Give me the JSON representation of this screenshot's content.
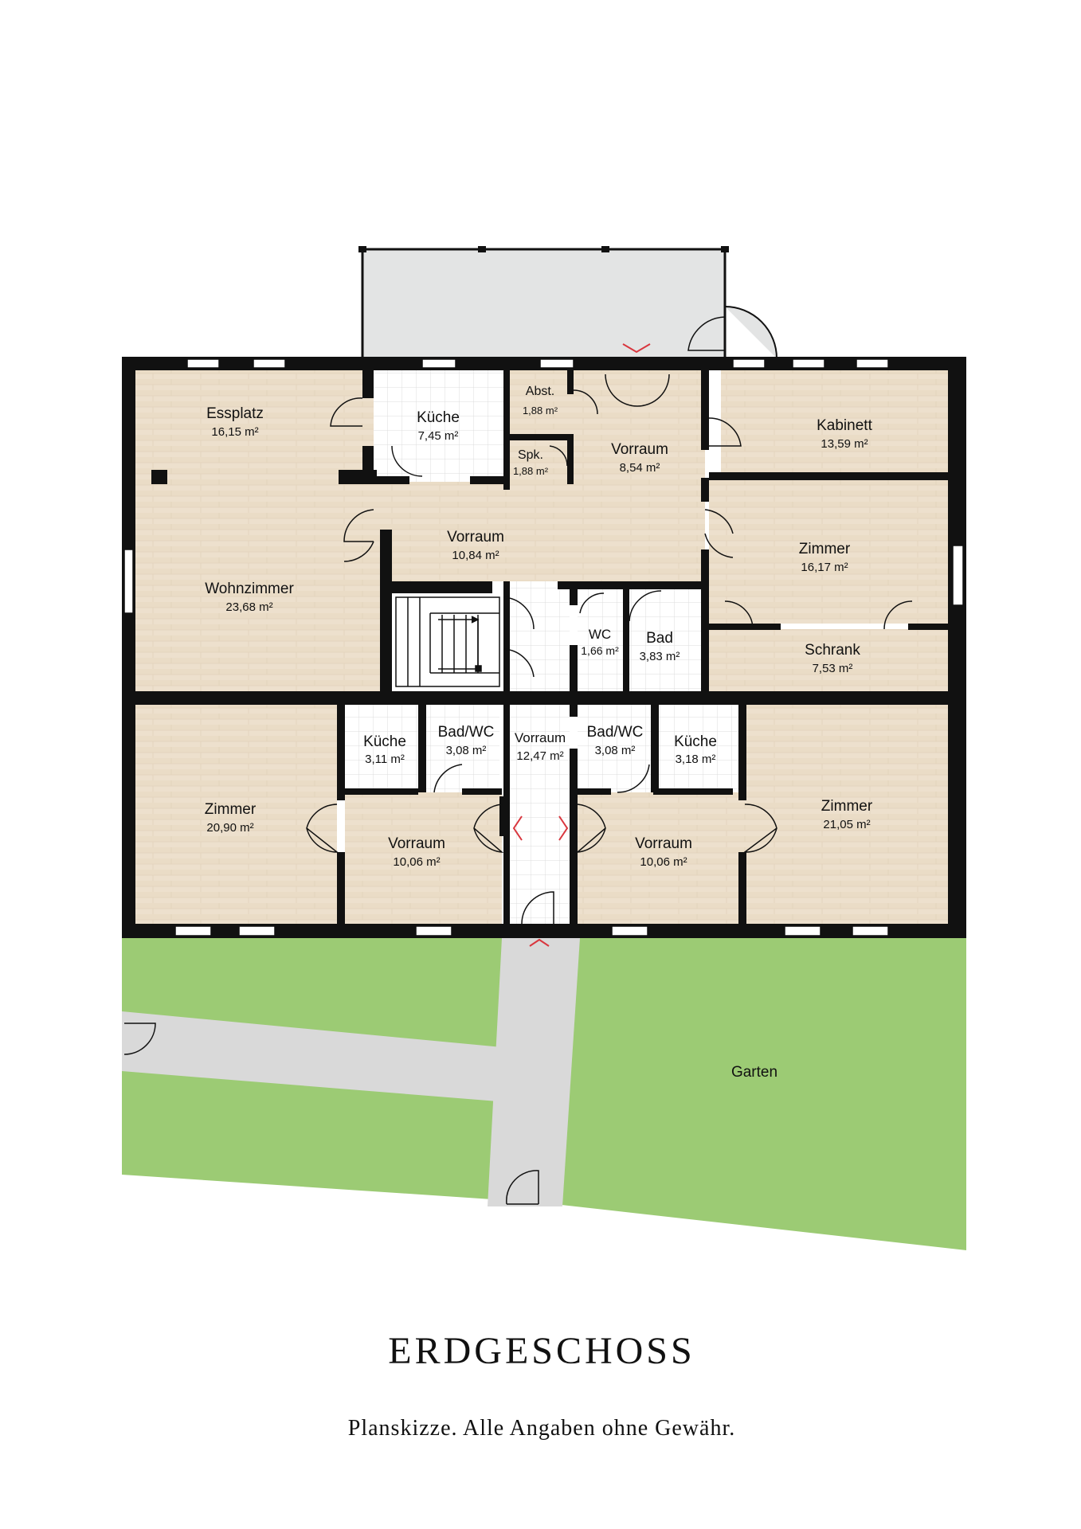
{
  "floor": {
    "title": "ERDGESCHOSS",
    "caption": "Planskizze. Alle Angaben ohne Gewähr."
  },
  "colors": {
    "wall": "#111111",
    "wood_floor": "#ede0cd",
    "tile_floor": "#ffffff",
    "tile_grid": "#e0e0e0",
    "garden": "#9ccb74",
    "path": "#d9d9d9",
    "terrace": "#e3e4e4",
    "door_arrow": "#d9363e"
  },
  "rooms": [
    {
      "name": "Essplatz",
      "area": "16,15 m²",
      "floor": "wood"
    },
    {
      "name": "Küche",
      "area": "7,45 m²",
      "floor": "tile"
    },
    {
      "name": "Abst.",
      "area": "1,88 m²",
      "floor": "wood"
    },
    {
      "name": "Spk.",
      "area": "1,88 m²",
      "floor": "wood"
    },
    {
      "name": "Vorraum",
      "area": "8,54 m²",
      "floor": "wood"
    },
    {
      "name": "Kabinett",
      "area": "13,59 m²",
      "floor": "wood"
    },
    {
      "name": "Vorraum",
      "area": "10,84 m²",
      "floor": "wood"
    },
    {
      "name": "Wohnzimmer",
      "area": "23,68 m²",
      "floor": "wood"
    },
    {
      "name": "Zimmer",
      "area": "16,17 m²",
      "floor": "wood"
    },
    {
      "name": "WC",
      "area": "1,66 m²",
      "floor": "tile"
    },
    {
      "name": "Bad",
      "area": "3,83 m²",
      "floor": "tile"
    },
    {
      "name": "Schrank",
      "area": "7,53 m²",
      "floor": "wood"
    },
    {
      "name": "Küche",
      "area": "3,11 m²",
      "floor": "tile"
    },
    {
      "name": "Bad/WC",
      "area": "3,08 m²",
      "floor": "tile"
    },
    {
      "name": "Vorraum",
      "area": "12,47 m²",
      "floor": "tile"
    },
    {
      "name": "Bad/WC",
      "area": "3,08 m²",
      "floor": "tile"
    },
    {
      "name": "Küche",
      "area": "3,18 m²",
      "floor": "tile"
    },
    {
      "name": "Zimmer",
      "area": "20,90 m²",
      "floor": "wood"
    },
    {
      "name": "Vorraum",
      "area": "10,06 m²",
      "floor": "wood"
    },
    {
      "name": "Vorraum",
      "area": "10,06 m²",
      "floor": "wood"
    },
    {
      "name": "Zimmer",
      "area": "21,05 m²",
      "floor": "wood"
    }
  ],
  "outdoor": {
    "garden_label": "Garten"
  }
}
